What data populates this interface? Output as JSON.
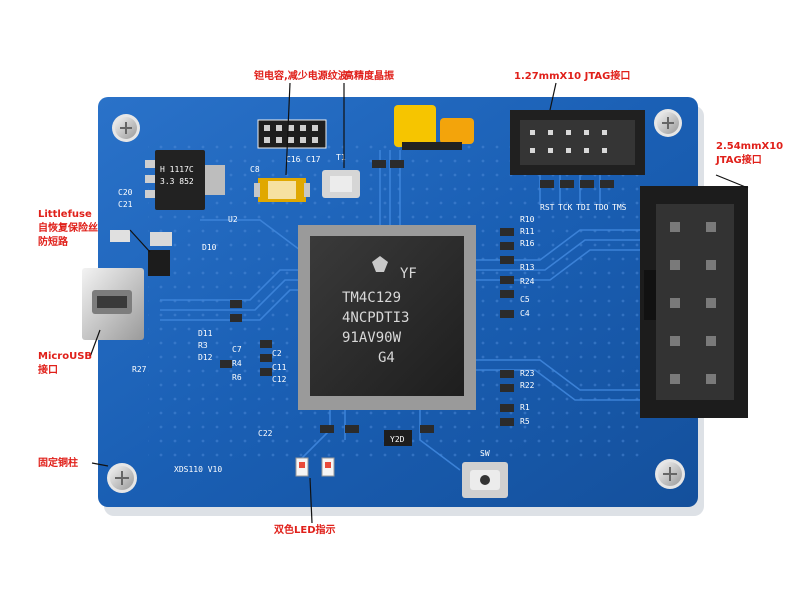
{
  "annotations": {
    "capacitor": "钽电容,减少电源纹波",
    "crystal": "高精度晶振",
    "jtag_127": "1.27mmX10 JTAG接口",
    "jtag_254_line1": "2.54mmX10",
    "jtag_254_line2": "JTAG接口",
    "fuse_line1": "Littlefuse",
    "fuse_line2": "自恢复保险丝",
    "fuse_line3": "防短路",
    "usb_line1": "MicroUSB",
    "usb_line2": "接口",
    "standoff": "固定铜柱",
    "led": "双色LED指示"
  },
  "chip": {
    "line1": "YF",
    "line2": "TM4C129",
    "line3": "4NCPDTI3",
    "line4": "91AV90W",
    "line5": "G4"
  },
  "silkscreen": {
    "regulator": [
      "H 1117C",
      "3.3 852"
    ],
    "c20": "C20",
    "c21": "C21",
    "d10": "D10",
    "u2": "U2",
    "c8": "C8",
    "c16": "C16",
    "c17": "C17",
    "t1": "T1",
    "r16": "R16",
    "r11": "R11",
    "r10": "R10",
    "r24": "R24",
    "r13": "R13",
    "c5": "C5",
    "c4": "C4",
    "r23": "R23",
    "r22": "R22",
    "r1": "R1",
    "r5": "R5",
    "d11": "D11",
    "r3": "R3",
    "d12": "D12",
    "r27": "R27",
    "c2": "C2",
    "c11": "C11",
    "c12": "C12",
    "c7": "C7",
    "r4": "R4",
    "r6": "R6",
    "c22": "C22",
    "y2d": "Y2D",
    "sw": "SW",
    "rst": "RST",
    "tck": "TCK",
    "tdi": "TDI",
    "tdo": "TDO",
    "tms": "TMS",
    "board_id": "XDS110 V10"
  },
  "colors": {
    "board": "#1a5fb4",
    "label": "#e0201a",
    "chip": "#2b2b2b"
  }
}
